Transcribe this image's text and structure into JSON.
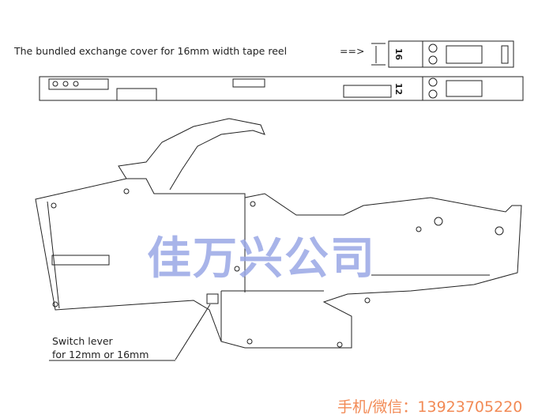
{
  "caption": "The bundled exchange cover for 16mm width tape reel",
  "arrow": "==>",
  "cover_labels": {
    "top": "16",
    "bottom": "12"
  },
  "watermark": "佳万兴公司",
  "switch_lever": {
    "line1": "Switch lever",
    "line2": "for 12mm or 16mm"
  },
  "contact": "手机/微信：13923705220",
  "colors": {
    "line": "#222222",
    "watermark": "#9aa7e6",
    "contact": "#f28a55"
  }
}
